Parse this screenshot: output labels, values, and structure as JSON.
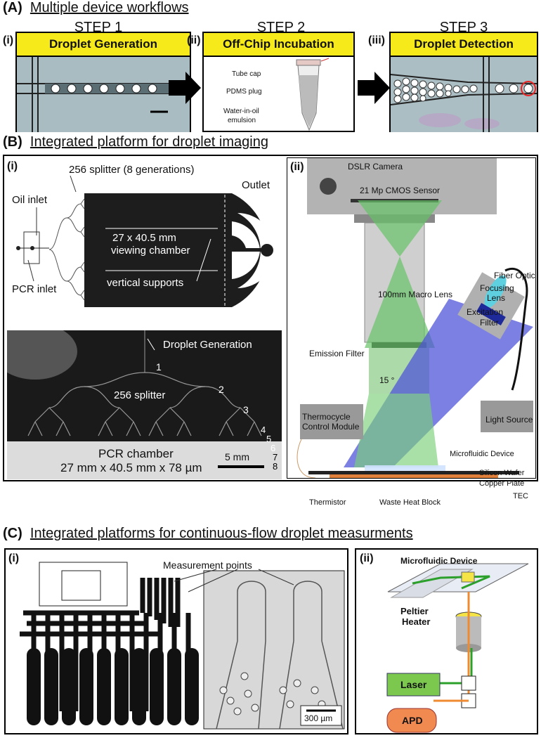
{
  "sectionA": {
    "letter": "(A)",
    "title": "Multiple device workflows",
    "steps": [
      {
        "step": "STEP 1",
        "roman": "(i)",
        "banner": "Droplet Generation"
      },
      {
        "step": "STEP 2",
        "roman": "(ii)",
        "banner": "Off-Chip Incubation",
        "labels": [
          "Tube cap",
          "PDMS plug",
          "Water-in-oil",
          "emulsion"
        ]
      },
      {
        "step": "STEP 3",
        "roman": "(iii)",
        "banner": "Droplet Detection"
      }
    ]
  },
  "sectionB": {
    "letter": "(B)",
    "title": "Integrated platform for droplet imaging",
    "left": {
      "roman": "(i)",
      "splitter": "256 splitter (8 generations)",
      "oil_inlet": "Oil inlet",
      "pcr_inlet": "PCR inlet",
      "outlet": "Outlet",
      "chamber1": "27 x 40.5 mm",
      "chamber2": "viewing chamber",
      "supports": "vertical supports",
      "droplet_gen": "Droplet Generation",
      "splitter2": "256 splitter",
      "gens": [
        "1",
        "2",
        "3",
        "4",
        "5",
        "6",
        "7",
        "8"
      ],
      "pcr_chamber": "PCR chamber",
      "pcr_dims": "27 mm x 40.5 mm x 78 µm",
      "scale": "5 mm"
    },
    "right": {
      "roman": "(ii)",
      "camera": "DSLR Camera",
      "sensor": "21 Mp CMOS Sensor",
      "lens": "100mm Macro Lens",
      "fiber": "Fiber Optic",
      "focusing1": "Focusing",
      "focusing2": "Lens",
      "excitation1": "Excitation",
      "excitation2": "Filter",
      "emission": "Emission Filter",
      "angle": "15 °",
      "thermo1": "Thermocycle",
      "thermo2": "Control Module",
      "light": "Light Source",
      "micro": "Microfluidic Device",
      "silicon": "Silicon Wafer",
      "copper": "Copper Plate",
      "thermistor": "Thermistor",
      "waste": "Waste Heat Block",
      "tec": "TEC"
    }
  },
  "sectionC": {
    "letter": "(C)",
    "title": "Integrated platforms for continuous-flow droplet measurments",
    "left": {
      "roman": "(i)",
      "measure": "Measurement points",
      "scale": "300 µm"
    },
    "right": {
      "roman": "(ii)",
      "micro": "Microfluidic Device",
      "peltier1": "Peltier",
      "peltier2": "Heater",
      "laser": "Laser",
      "apd": "APD"
    }
  }
}
